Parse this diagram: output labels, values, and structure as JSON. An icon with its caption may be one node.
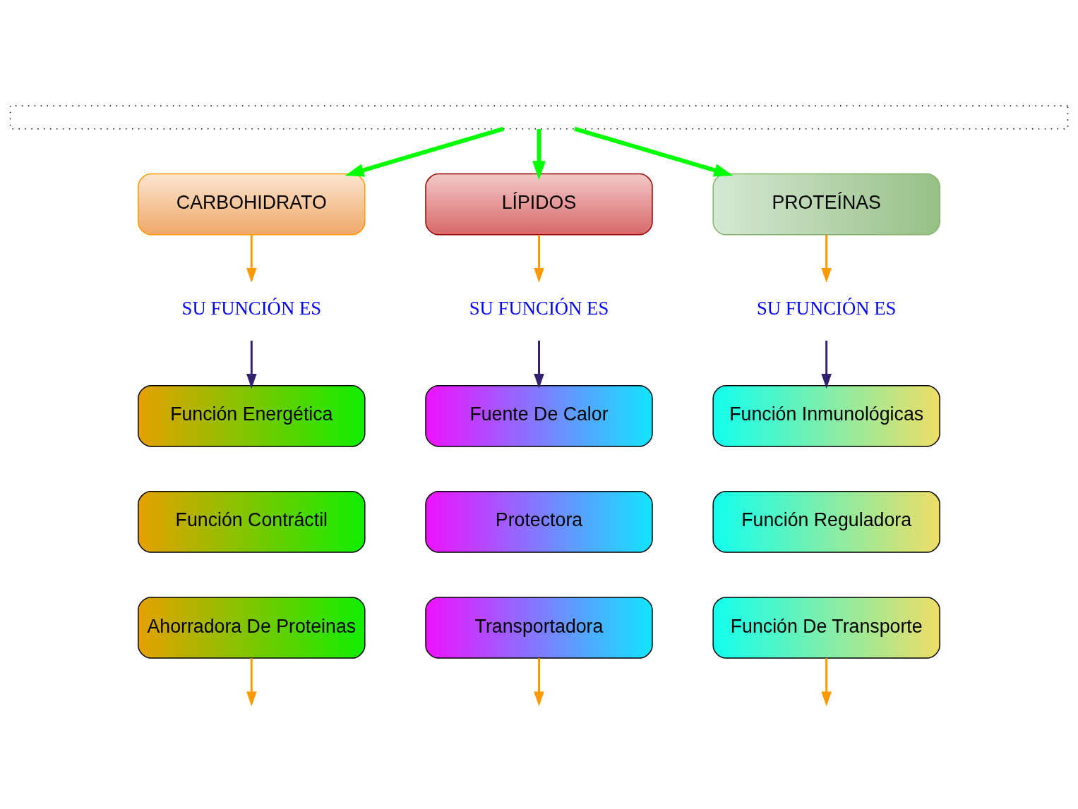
{
  "diagram": {
    "nodes": [
      {
        "text": [],
        "shape": "box"
      },
      {
        "text": [
          "CARBOHIDRATO"
        ]
      },
      {
        "text": [
          "LÍPIDOS"
        ]
      },
      {
        "text": [
          "PROTEÍNAS"
        ]
      },
      {
        "text": [
          "SU FUNCIÓN ES"
        ]
      },
      {
        "text": [
          "SU FUNCIÓN ES"
        ]
      },
      {
        "text": [
          "SU FUNCIÓN ES"
        ]
      },
      {
        "text": [
          "Función Energética"
        ]
      },
      {
        "text": [
          "Función Contráctil"
        ]
      },
      {
        "text": [
          "Ahorradora De Proteinas"
        ]
      },
      {
        "text": [
          "Fuente De Calor"
        ]
      },
      {
        "text": [
          "Protectora"
        ]
      },
      {
        "text": [
          "Transportadora"
        ]
      },
      {
        "text": [
          "Función Inmunológicas"
        ]
      },
      {
        "text": [
          "Función Reguladora"
        ]
      },
      {
        "text": [
          "Función De Transporte"
        ]
      }
    ],
    "edges": [
      {
        "from": 0,
        "to": 1,
        "arrow": "to",
        "color": "#00ff00",
        "style": "thick"
      },
      {
        "from": 0,
        "to": 2,
        "arrow": "to",
        "color": "#00ff00",
        "style": "thick"
      },
      {
        "from": 0,
        "to": 3,
        "arrow": "to",
        "color": "#00ff00",
        "style": "thick"
      },
      {
        "from": 1,
        "to": 4,
        "arrow": "to",
        "color": "#ff9900"
      },
      {
        "from": 2,
        "to": 5,
        "arrow": "to",
        "color": "#ff9900"
      },
      {
        "from": 3,
        "to": 6,
        "arrow": "to",
        "color": "#ff9900"
      },
      {
        "from": 4,
        "to": 7,
        "arrow": "to",
        "color": "#33206e"
      },
      {
        "from": 5,
        "to": 10,
        "arrow": "to",
        "color": "#33206e"
      },
      {
        "from": 6,
        "to": 13,
        "arrow": "to",
        "color": "#33206e"
      },
      {
        "from": 9,
        "to": null,
        "arrow": "to",
        "color": "#ff9900"
      },
      {
        "from": 12,
        "to": null,
        "arrow": "to",
        "color": "#ff9900"
      },
      {
        "from": 15,
        "to": null,
        "arrow": "to",
        "color": "#ff9900"
      }
    ]
  }
}
